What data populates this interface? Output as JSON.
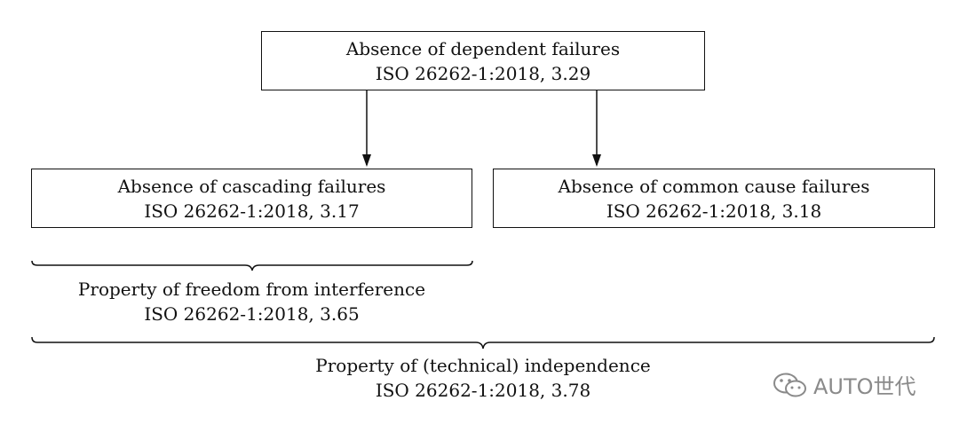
{
  "boxes": {
    "dependent": {
      "title": "Absence of dependent failures",
      "ref": "ISO 26262-1:2018, 3.29"
    },
    "cascading": {
      "title": "Absence of cascading failures",
      "ref": "ISO 26262-1:2018, 3.17"
    },
    "common_cause": {
      "title": "Absence of common cause failures",
      "ref": "ISO 26262-1:2018, 3.18"
    }
  },
  "braces": {
    "freedom_from_interference": {
      "title": "Property of freedom from interference",
      "ref": "ISO 26262-1:2018, 3.65"
    },
    "independence": {
      "title": "Property of (technical) independence",
      "ref": "ISO 26262-1:2018, 3.78"
    }
  },
  "watermark": {
    "text": "AUTO世代",
    "icon": "wechat-icon"
  }
}
